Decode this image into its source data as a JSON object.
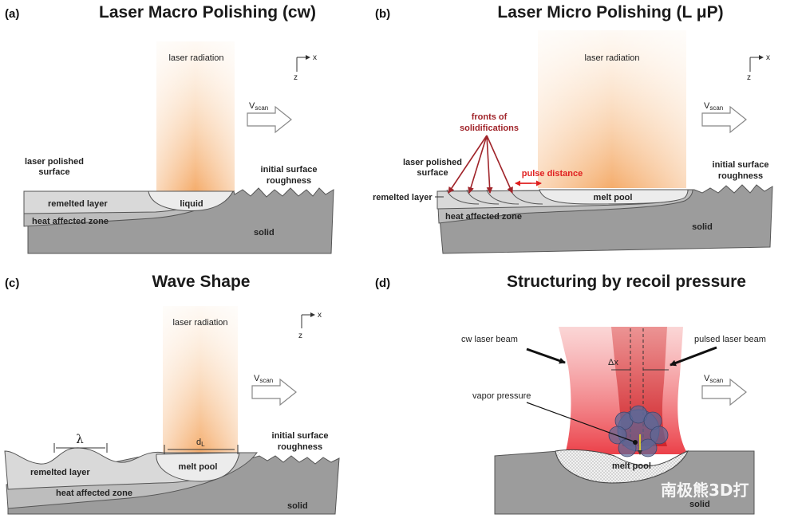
{
  "panels": [
    {
      "letter": "(a)",
      "title": "Laser Macro Polishing (cw)",
      "labels": {
        "beam": "laser radiation",
        "scan": "V",
        "scan_sub": "scan",
        "polished_1": "laser polished",
        "polished_2": "surface",
        "initial_1": "initial surface",
        "initial_2": "roughness",
        "remelted": "remelted layer",
        "pool": "liquid",
        "haz": "heat affected zone",
        "solid": "solid"
      }
    },
    {
      "letter": "(b)",
      "title": "Laser Micro Polishing (L μP)",
      "labels": {
        "beam": "laser radiation",
        "scan": "V",
        "scan_sub": "scan",
        "fronts_1": "fronts of",
        "fronts_2": "solidifications",
        "pulse": "pulse distance",
        "polished_1": "laser polished",
        "polished_2": "surface",
        "initial_1": "initial surface",
        "initial_2": "roughness",
        "remelted": "remelted layer",
        "pool": "melt pool",
        "haz": "heat affected zone",
        "solid": "solid"
      }
    },
    {
      "letter": "(c)",
      "title": "Wave Shape",
      "labels": {
        "beam": "laser radiation",
        "scan": "V",
        "scan_sub": "scan",
        "lambda": "λ",
        "dl": "d",
        "dl_sub": "L",
        "initial_1": "initial surface",
        "initial_2": "roughness",
        "remelted": "remelted layer",
        "pool": "melt pool",
        "haz": "heat affected zone",
        "solid": "solid"
      }
    },
    {
      "letter": "(d)",
      "title": "Structuring by recoil pressure",
      "labels": {
        "cw": "cw laser beam",
        "pulsed": "pulsed laser beam",
        "dx": "Δx",
        "vapor": "vapor pressure",
        "scan": "V",
        "scan_sub": "scan",
        "pool": "melt pool",
        "solid": "solid"
      }
    }
  ],
  "axis": {
    "x": "x",
    "z": "z"
  },
  "watermark": "南极熊3D打",
  "colors": {
    "beam": "#f6b77c",
    "remelted": "#d6d6d6",
    "haz": "#bdbdbd",
    "solid": "#9a9a9a",
    "pool": "#ececec",
    "red_beam": "#e8202a",
    "arrow_red": "#a0242a"
  }
}
